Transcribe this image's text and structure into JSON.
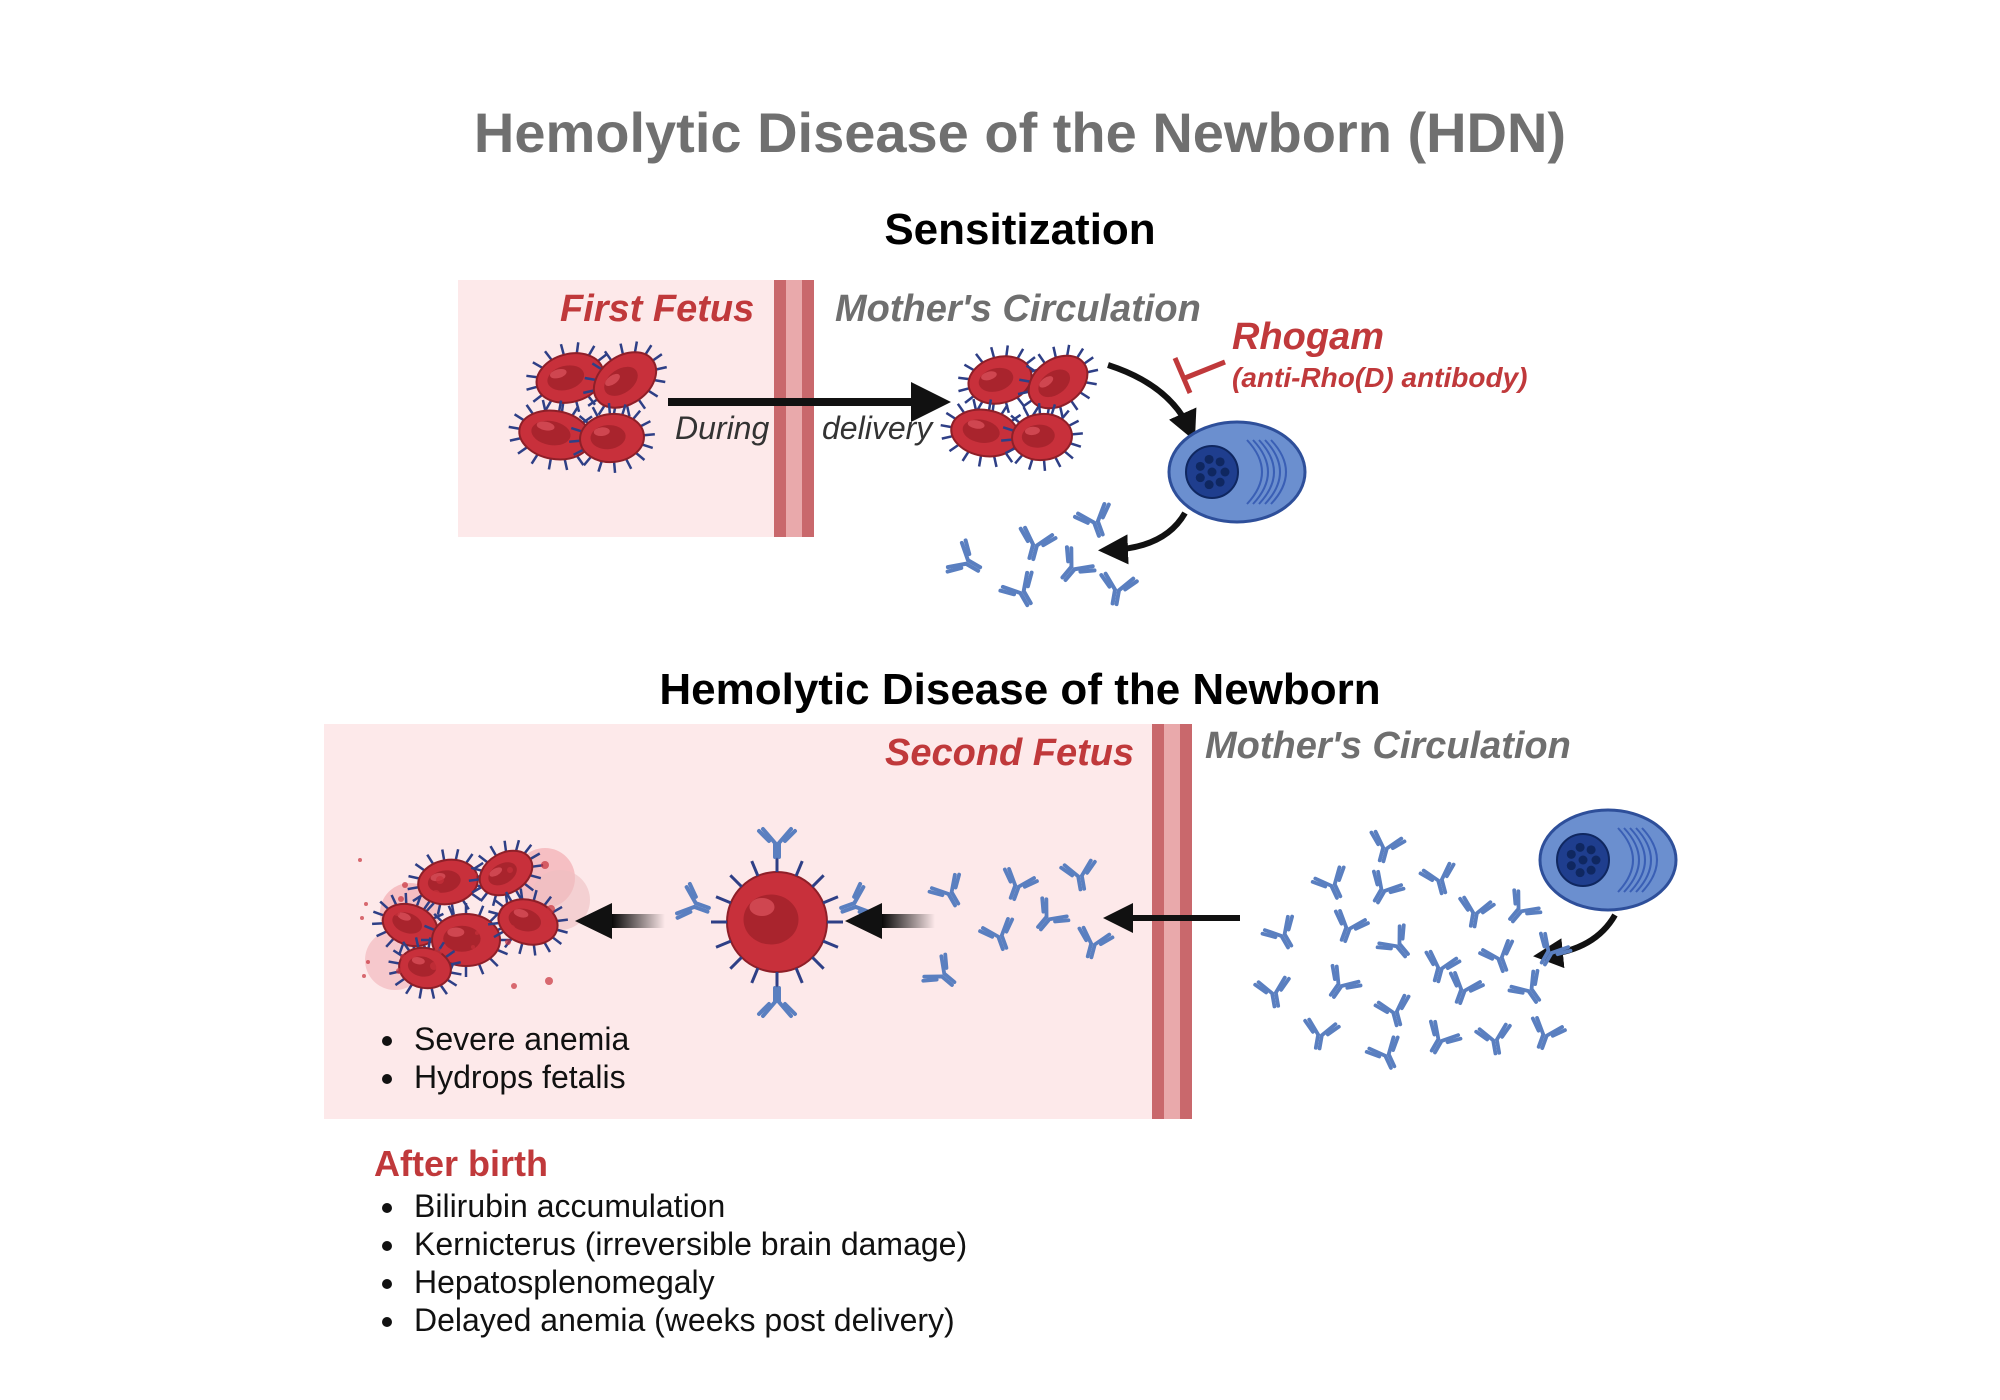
{
  "title": "Hemolytic Disease of the Newborn (HDN)",
  "sensitization": {
    "heading": "Sensitization",
    "fetus_label": "First Fetus",
    "mother_label": "Mother's Circulation",
    "transfer_label_left": "During",
    "transfer_label_right": "delivery",
    "rhogam_label": "Rhogam",
    "rhogam_sub": "(anti-Rho(D) antibody)"
  },
  "hdn": {
    "heading": "Hemolytic Disease of the Newborn",
    "fetus_label": "Second Fetus",
    "mother_label": "Mother's Circulation",
    "fetal_effects": [
      "Severe anemia",
      "Hydrops fetalis"
    ],
    "after_birth_heading": "After birth",
    "after_birth_effects": [
      "Bilirubin accumulation",
      "Kernicterus (irreversible brain damage)",
      "Hepatosplenomegaly",
      "Delayed anemia (weeks post delivery)"
    ]
  },
  "colors": {
    "fetal_zone": "#fde9ea",
    "placenta": "#c9686c",
    "rbc": "#c8303b",
    "antibody": "#5a7fc0",
    "plasma_cell": "#6b8fcf",
    "accent_red": "#c0393b"
  },
  "icons": [
    "red-blood-cell-icon",
    "antibody-icon",
    "plasma-cell-icon",
    "inhibition-icon",
    "arrow-icon"
  ]
}
